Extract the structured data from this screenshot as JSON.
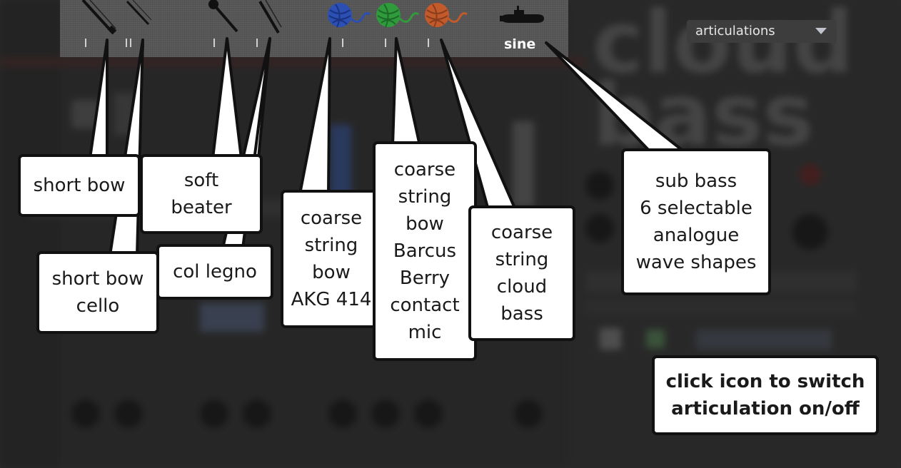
{
  "articulations_strip": {
    "sine_label": "sine",
    "dropdown_label": "articulations",
    "background_logo_text": "cloud bass"
  },
  "icons": [
    {
      "name": "bow-icon",
      "tick": "I"
    },
    {
      "name": "bow-icon",
      "tick": "II"
    },
    {
      "name": "beater-icon",
      "tick": "I"
    },
    {
      "name": "bow-icon",
      "tick": "I"
    },
    {
      "name": "yarn-ball-blue-icon",
      "tick": "I"
    },
    {
      "name": "yarn-ball-green-icon",
      "tick": "I"
    },
    {
      "name": "yarn-ball-orange-icon",
      "tick": "I"
    },
    {
      "name": "submarine-icon",
      "tick": ""
    }
  ],
  "colors": {
    "blue": "#2b4fb3",
    "green": "#2f9b3c",
    "orange": "#c25a2c",
    "callout_border": "#111111",
    "strip": "#565656"
  },
  "callouts": {
    "short_bow": "short bow",
    "soft_beater": "soft\nbeater",
    "short_bow_cello": "short bow\ncello",
    "col_legno": "col legno",
    "coarse_akg": "coarse\nstring\nbow\nAKG 414",
    "coarse_barcus": "coarse\nstring\nbow\nBarcus\nBerry\ncontact\nmic",
    "coarse_cloud": "coarse\nstring\ncloud\nbass",
    "sub_bass": "sub bass\n6 selectable\nanalogue\nwave shapes",
    "hint": "click icon to switch\narticulation on/off"
  }
}
